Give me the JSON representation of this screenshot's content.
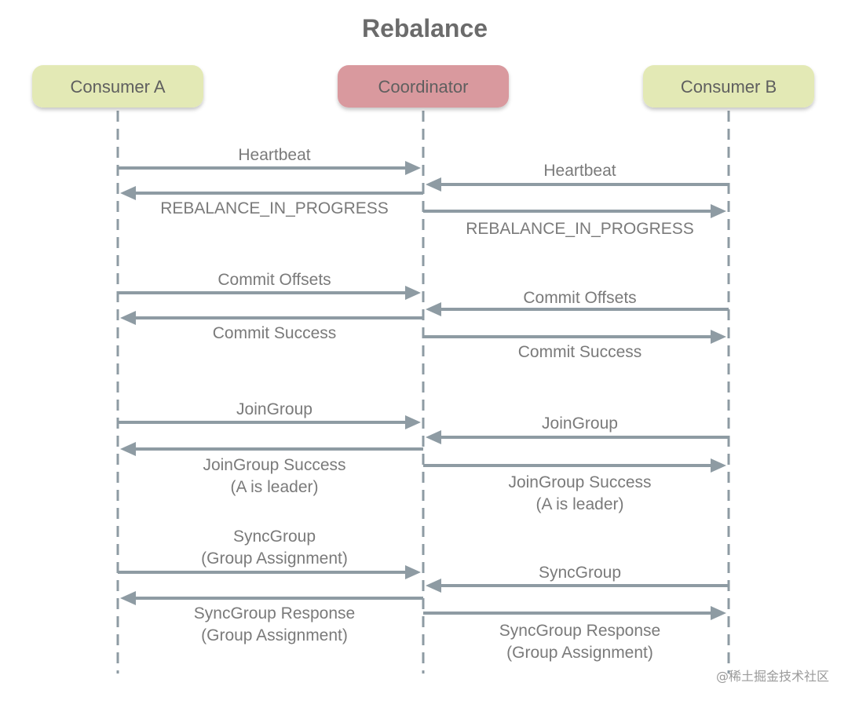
{
  "title": "Rebalance",
  "participants": [
    {
      "id": "a",
      "label": "Consumer A",
      "color": "#e3e9b5"
    },
    {
      "id": "c",
      "label": "Coordinator",
      "color": "#d9999e"
    },
    {
      "id": "b",
      "label": "Consumer B",
      "color": "#e3e9b5"
    }
  ],
  "messages": [
    {
      "from": "a",
      "to": "c",
      "lines": [
        "Heartbeat"
      ]
    },
    {
      "from": "b",
      "to": "c",
      "lines": [
        "Heartbeat"
      ]
    },
    {
      "from": "c",
      "to": "a",
      "lines": [
        "REBALANCE_IN_PROGRESS"
      ]
    },
    {
      "from": "c",
      "to": "b",
      "lines": [
        "REBALANCE_IN_PROGRESS"
      ]
    },
    {
      "from": "a",
      "to": "c",
      "lines": [
        "Commit Offsets"
      ]
    },
    {
      "from": "b",
      "to": "c",
      "lines": [
        "Commit Offsets"
      ]
    },
    {
      "from": "c",
      "to": "a",
      "lines": [
        "Commit Success"
      ]
    },
    {
      "from": "c",
      "to": "b",
      "lines": [
        "Commit Success"
      ]
    },
    {
      "from": "a",
      "to": "c",
      "lines": [
        "JoinGroup"
      ]
    },
    {
      "from": "b",
      "to": "c",
      "lines": [
        "JoinGroup"
      ]
    },
    {
      "from": "c",
      "to": "a",
      "lines": [
        "JoinGroup Success",
        "(A is leader)"
      ]
    },
    {
      "from": "c",
      "to": "b",
      "lines": [
        "JoinGroup Success",
        "(A is leader)"
      ]
    },
    {
      "from": "a",
      "to": "c",
      "lines": [
        "SyncGroup",
        "(Group Assignment)"
      ]
    },
    {
      "from": "b",
      "to": "c",
      "lines": [
        "SyncGroup"
      ]
    },
    {
      "from": "c",
      "to": "a",
      "lines": [
        "SyncGroup Response",
        "(Group Assignment)"
      ]
    },
    {
      "from": "c",
      "to": "b",
      "lines": [
        "SyncGroup Response",
        "(Group Assignment)"
      ]
    }
  ],
  "watermark": "@稀土掘金技术社区",
  "colors": {
    "line": "#8e9ba3",
    "title": "#6b6b6b",
    "label": "#7a7a7a"
  }
}
